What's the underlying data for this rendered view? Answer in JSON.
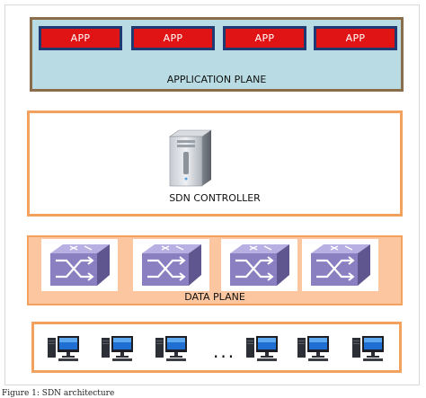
{
  "application_plane": {
    "label": "APPLICATION PLANE",
    "apps": [
      "APP",
      "APP",
      "APP",
      "APP"
    ]
  },
  "control_plane": {
    "label": "SDN CONTROLLER",
    "icon": "server-icon"
  },
  "data_plane": {
    "label": "DATA PLANE",
    "switch_icon": "network-switch-icon",
    "switch_count": 4
  },
  "hosts": {
    "icon": "desktop-computer-icon",
    "ellipsis": "...",
    "host_count": 6
  },
  "caption": "Figure 1: SDN architecture",
  "colors": {
    "app_plane_bg": "#b9dce4",
    "app_plane_border": "#8a6d4b",
    "app_box": "#e01414",
    "app_box_border": "#1f3a72",
    "plane_border": "#f2a15e",
    "data_plane_bg": "#fbc6a0",
    "switch": "#8a7fc0"
  }
}
